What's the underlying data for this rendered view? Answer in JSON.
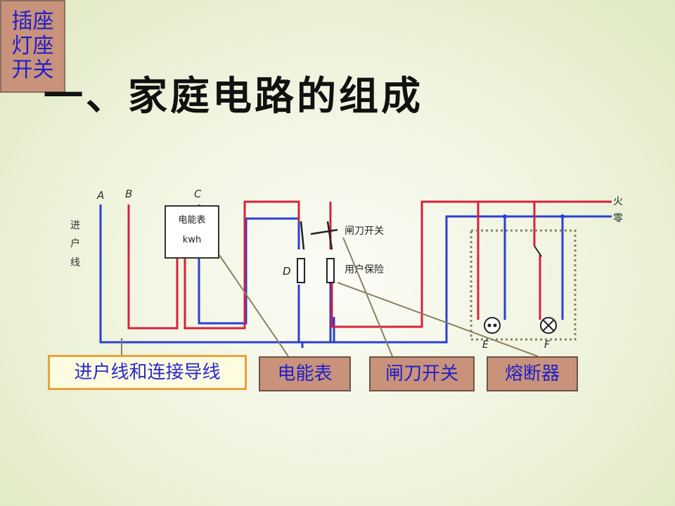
{
  "title": "一、家庭电路的组成",
  "diagram": {
    "wire_letters": [
      "A",
      "B",
      "C"
    ],
    "inlet_label_chars": [
      "进",
      "户",
      "线"
    ],
    "meter_text": [
      "电能表",
      "kwh"
    ],
    "switch_text": "闸刀开关",
    "fuse_text": "用户保险",
    "fuse_letter": "D",
    "line_labels": [
      "火",
      "零"
    ],
    "lamp_letters": [
      "E",
      "F"
    ]
  },
  "labels": {
    "wires": "进户线和连接导线",
    "meter": "电能表",
    "switch": "闸刀开关",
    "fuse": "熔断器",
    "socket_lines": [
      "插座",
      "灯座",
      "开关"
    ]
  },
  "colors": {
    "live": "#d8213a",
    "neutral": "#2b3fd1",
    "pointer": "#8a8060",
    "callout_brown": "#c9927b",
    "callout_yellow": "#fdfbe0"
  }
}
